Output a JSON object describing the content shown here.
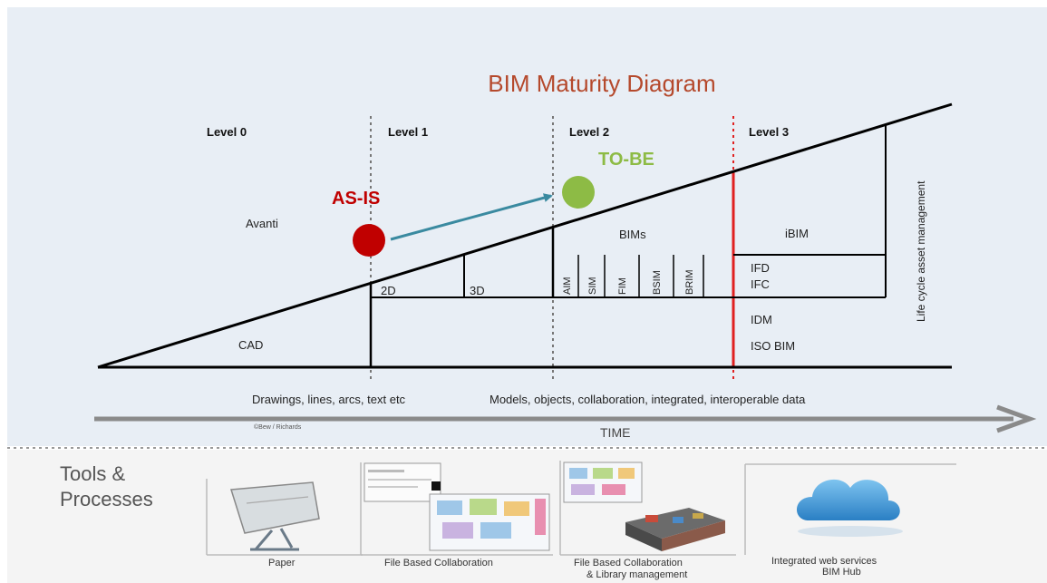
{
  "title": "BIM Maturity Diagram",
  "levels": [
    "Level 0",
    "Level 1",
    "Level 2",
    "Level 3"
  ],
  "markers": {
    "as_is": "AS-IS",
    "to_be": "TO-BE"
  },
  "labels": {
    "avanti": "Avanti",
    "cad": "CAD",
    "two_d": "2D",
    "three_d": "3D",
    "bims": "BIMs",
    "ibim": "iBIM",
    "ifd": "IFD",
    "ifc": "IFC",
    "idm": "IDM",
    "iso_bim": "ISO BIM",
    "lifecycle": "Life cycle asset management",
    "bim_columns": [
      "AIM",
      "SIM",
      "FIM",
      "BSIM",
      "BRIM"
    ]
  },
  "bottom_text": {
    "drawings": "Drawings, lines, arcs, text etc",
    "models": "Models, objects, collaboration, integrated, interoperable data",
    "copyright": "©Bew / Richards",
    "time": "TIME"
  },
  "tools": {
    "heading_line1": "Tools &",
    "heading_line2": "Processes",
    "items": [
      {
        "caption": "Paper"
      },
      {
        "caption": "File Based Collaboration"
      },
      {
        "caption_line1": "File Based Collaboration",
        "caption_line2": "& Library management"
      },
      {
        "caption_line1": "Integrated web services",
        "caption_line2": "BIM Hub"
      }
    ]
  },
  "colors": {
    "background": "#e8eef5",
    "title": "#b5492c",
    "as_is": "#c00000",
    "to_be": "#8dbb45",
    "arrow": "#3a8aa0",
    "level3_line": "#e02020"
  }
}
